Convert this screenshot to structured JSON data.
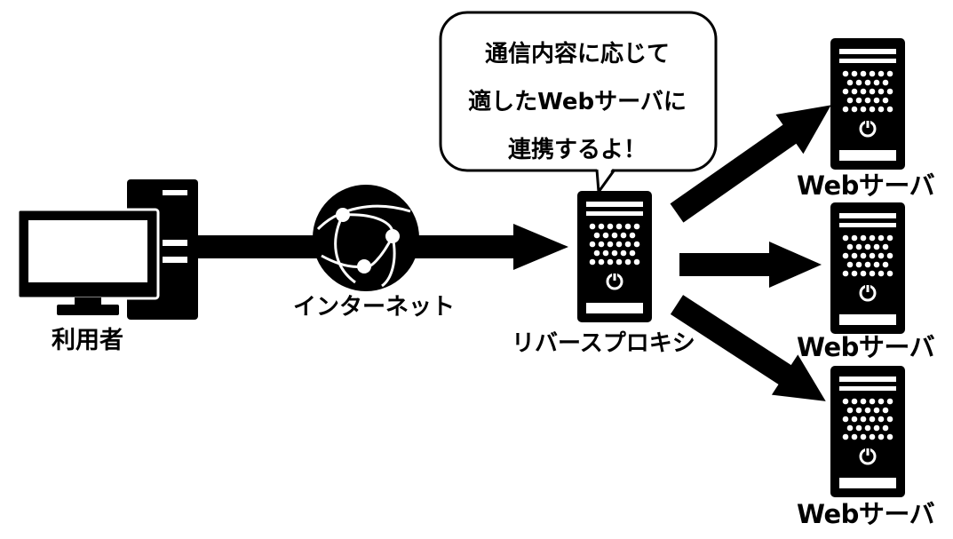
{
  "nodes": {
    "user": "利用者",
    "internet": "インターネット",
    "proxy": "リバースプロキシ",
    "web_servers": [
      "Webサーバ",
      "Webサーバ",
      "Webサーバ"
    ]
  },
  "speech_bubble": {
    "lines": [
      "通信内容に応じて",
      "適したWebサーバに",
      "連携するよ！"
    ]
  },
  "colors": {
    "ink": "#000000",
    "paper": "#ffffff"
  }
}
